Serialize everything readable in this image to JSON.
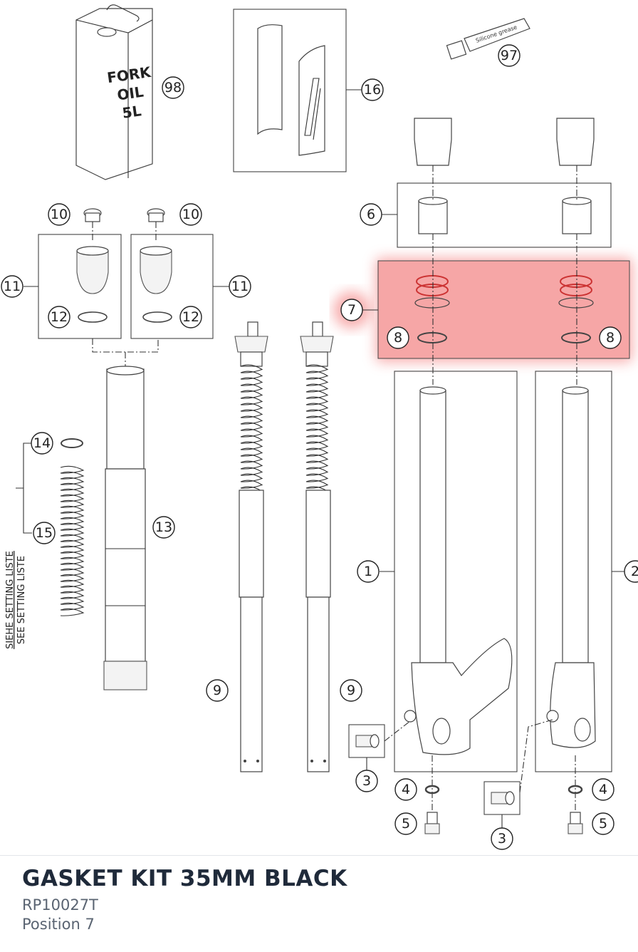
{
  "diagram": {
    "highlight_color": "#f26b6b",
    "oil_can_label": [
      "FORK",
      "OIL",
      "5L"
    ],
    "tube_label": "Silicone grease",
    "setting_note": [
      "SIEHE SETTING LISTE",
      "SEE SETTING LISTE"
    ],
    "callouts": {
      "c98": "98",
      "c97": "97",
      "c16": "16",
      "c10a": "10",
      "c10b": "10",
      "c11a": "11",
      "c11b": "11",
      "c12a": "12",
      "c12b": "12",
      "c6": "6",
      "c7": "7",
      "c8a": "8",
      "c8b": "8",
      "c14": "14",
      "c15": "15",
      "c13": "13",
      "c1": "1",
      "c2": "2",
      "c9a": "9",
      "c9b": "9",
      "c3a": "3",
      "c3b": "3",
      "c4a": "4",
      "c4b": "4",
      "c5a": "5",
      "c5b": "5"
    }
  },
  "part": {
    "name": "GASKET KIT 35MM BLACK",
    "number": "RP10027T",
    "position": "Position 7"
  }
}
